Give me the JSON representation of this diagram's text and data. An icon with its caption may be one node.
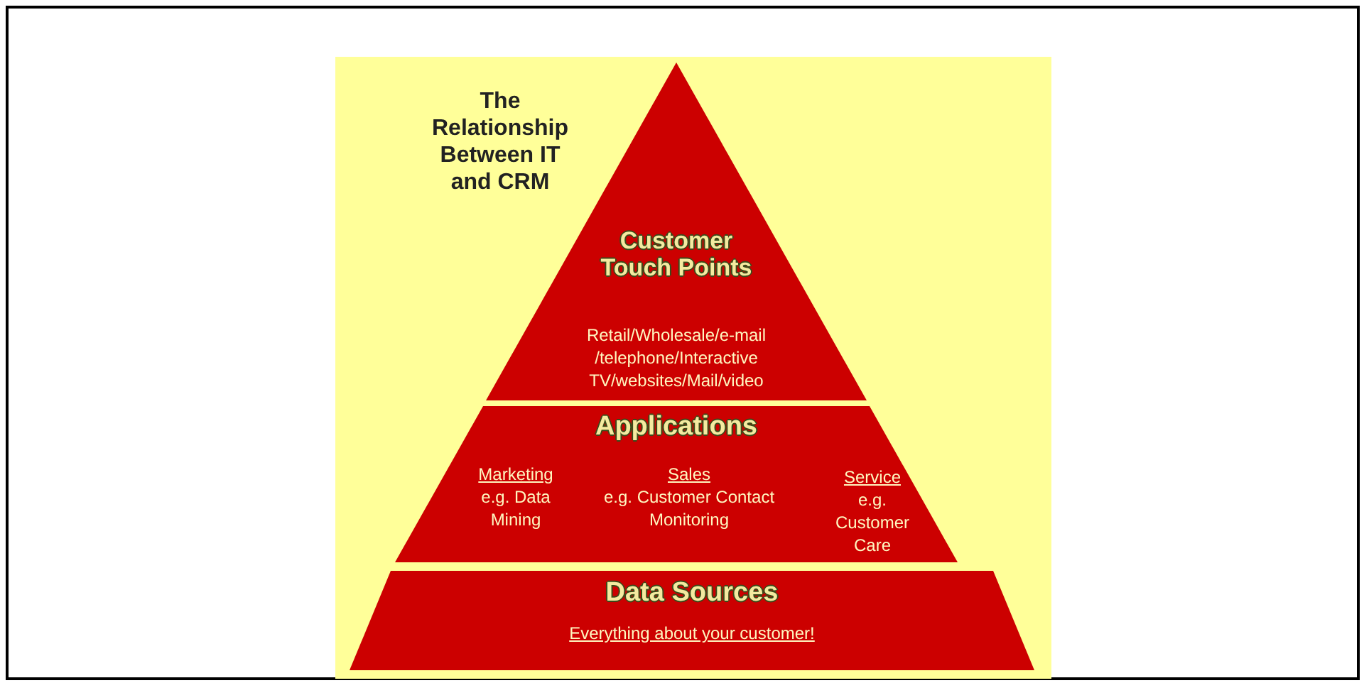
{
  "diagram": {
    "title": "The Relationship Between IT and CRM",
    "nodes": [
      {
        "text": [
          "Customer Touch Points",
          "Retail/Wholesale/e-mail /telephone/Interactive TV/websites/Mail/video"
        ]
      },
      {
        "text": [
          "Applications",
          "Marketing",
          "e.g. Data Mining",
          "Sales",
          "e.g. Customer Contact Monitoring",
          "Service",
          "e.g. Customer Care"
        ]
      },
      {
        "text": [
          "Data Sources",
          "Everything about your customer!"
        ]
      }
    ]
  }
}
